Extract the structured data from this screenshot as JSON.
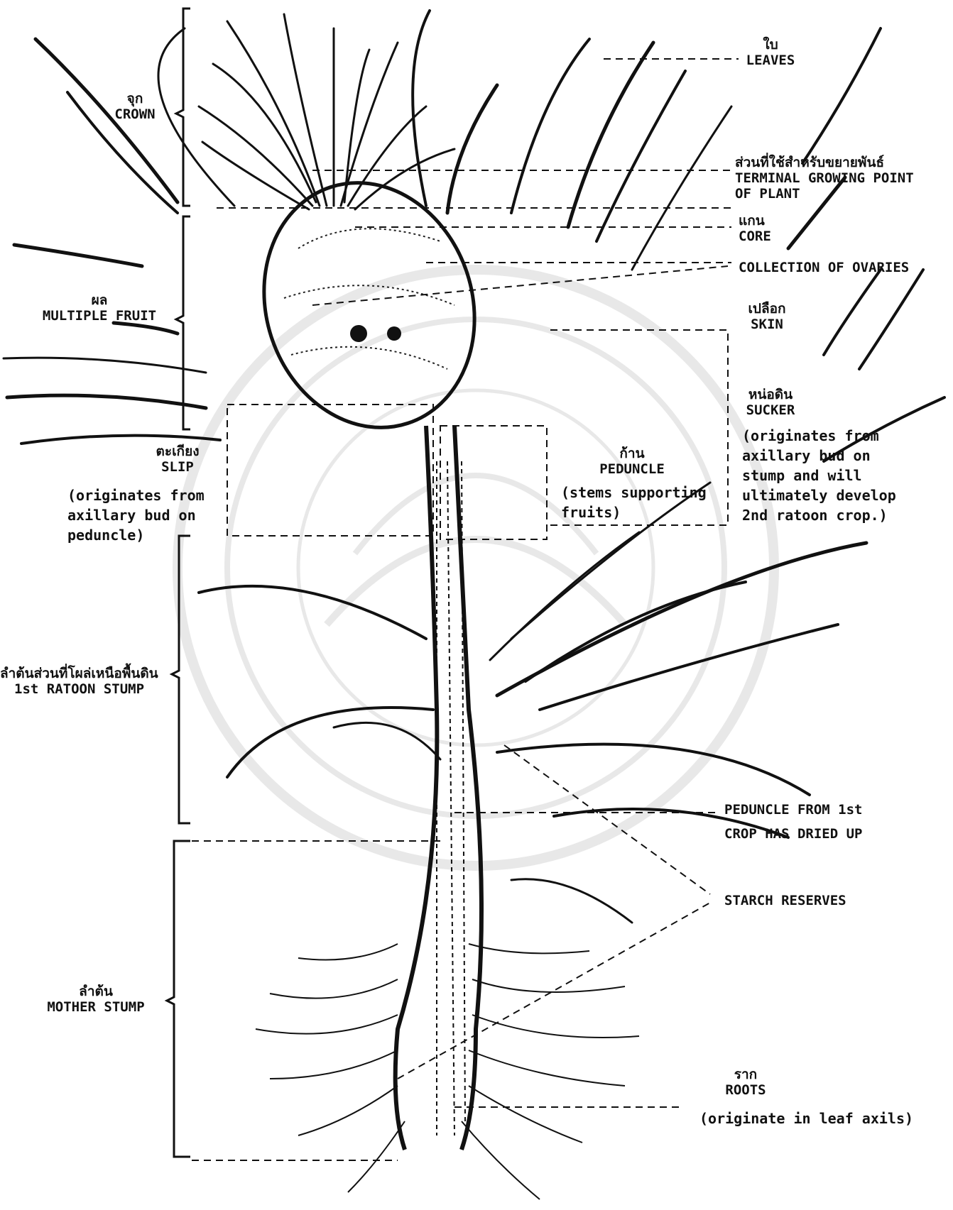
{
  "labels": {
    "leaves": {
      "thai": "ใบ",
      "en": "LEAVES"
    },
    "crown": {
      "thai": "จุก",
      "en": "CROWN"
    },
    "terminal": {
      "thai": "ส่วนที่ใช้สำหรับขยายพันธ์",
      "en1": "TERMINAL GROWING POINT",
      "en2": "OF PLANT"
    },
    "core": {
      "thai": "แกน",
      "en": "CORE"
    },
    "ovaries": {
      "en": "COLLECTION OF OVARIES"
    },
    "multiple_fruit": {
      "thai": "ผล",
      "en": "MULTIPLE FRUIT"
    },
    "skin": {
      "thai": "เปลือก",
      "en": "SKIN"
    },
    "sucker": {
      "thai": "หน่อดิน",
      "en": "SUCKER",
      "note1": "(originates from",
      "note2": "axillary bud on",
      "note3": "stump and will",
      "note4": "ultimately develop",
      "note5": "2nd ratoon crop.)"
    },
    "slip": {
      "thai": "ตะเกียง",
      "en": "SLIP",
      "note1": "(originates from",
      "note2": "axillary bud on",
      "note3": "peduncle)"
    },
    "peduncle": {
      "thai": "ก้าน",
      "en": "PEDUNCLE",
      "note1": "(stems supporting",
      "note2": "fruits)"
    },
    "ratoon_stump": {
      "thai": "ลำต้นส่วนที่โผล่เหนือพื้นดิน",
      "en": "1st RATOON STUMP"
    },
    "peduncle_dried": {
      "line1": "PEDUNCLE FROM 1st",
      "line2": "CROP HAS DRIED UP"
    },
    "starch": {
      "en": "STARCH RESERVES"
    },
    "mother_stump": {
      "thai": "ลำต้น",
      "en": "MOTHER STUMP"
    },
    "roots": {
      "thai": "ราก",
      "en": "ROOTS",
      "note": "(originate in leaf axils)"
    }
  }
}
